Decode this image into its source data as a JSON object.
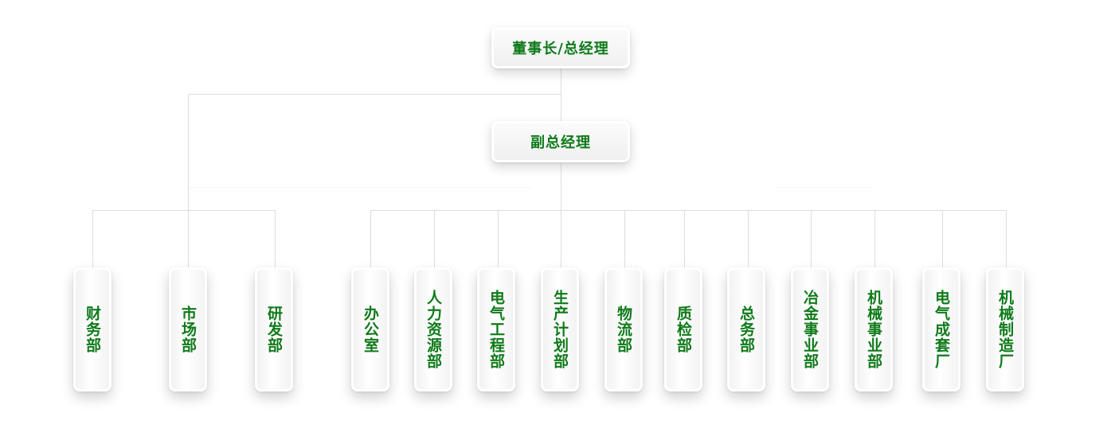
{
  "org_chart": {
    "chairman": {
      "label": "董事长/总经理"
    },
    "deputy": {
      "label": "副总经理"
    },
    "left_departments": [
      {
        "label": "财务部"
      },
      {
        "label": "市场部"
      },
      {
        "label": "研发部"
      }
    ],
    "right_departments": [
      {
        "label": "办公室"
      },
      {
        "label": "人力资源部"
      },
      {
        "label": "电气工程部"
      },
      {
        "label": "生产计划部"
      },
      {
        "label": "物流部"
      },
      {
        "label": "质检部"
      },
      {
        "label": "总务部"
      },
      {
        "label": "冶金事业部"
      },
      {
        "label": "机械事业部"
      },
      {
        "label": "电气成套厂"
      },
      {
        "label": "机械制造厂"
      }
    ]
  },
  "colors": {
    "text": "#0f7a1a",
    "line": "#dddddd",
    "box_bg": "#f5f5f5"
  }
}
